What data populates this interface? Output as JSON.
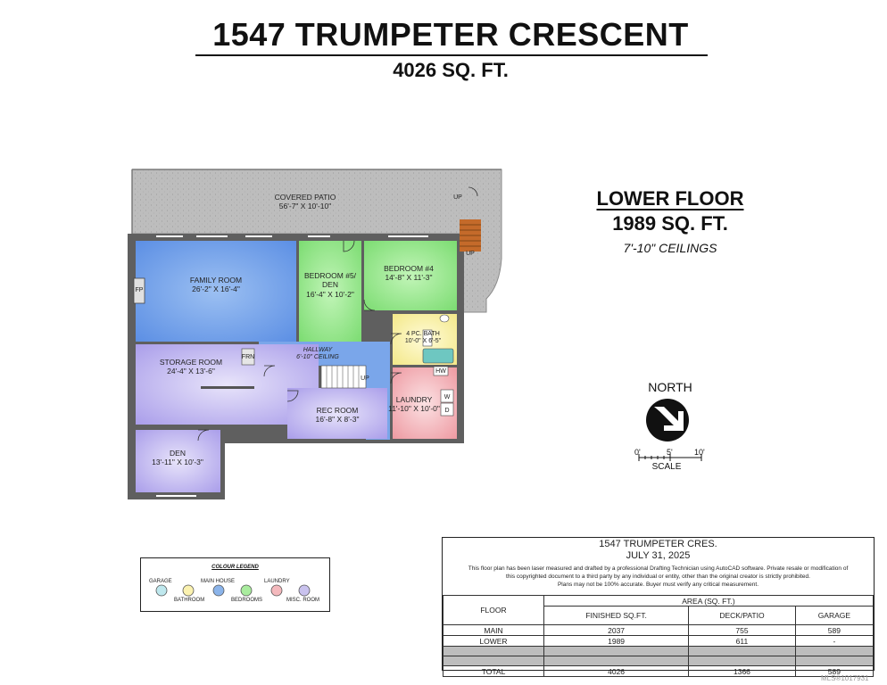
{
  "header": {
    "title": "1547 TRUMPETER CRESCENT",
    "total_area": "4026 SQ. FT."
  },
  "floor": {
    "name": "LOWER FLOOR",
    "area": "1989 SQ. FT.",
    "ceilings": "7'-10\" CEILINGS"
  },
  "rooms": {
    "covered_patio": {
      "name": "COVERED PATIO",
      "dims": "56'-7\" X 10'-10\""
    },
    "family_room": {
      "name": "FAMILY ROOM",
      "dims": "26'-2\" X 16'-4\""
    },
    "bedroom5": {
      "name1": "BEDROOM #5/",
      "name2": "DEN",
      "dims": "16'-4\" X 10'-2\""
    },
    "bedroom4": {
      "name": "BEDROOM #4",
      "dims": "14'-8\" X 11'-3\""
    },
    "bath": {
      "name": "4 PC. BATH",
      "dims": "10'-0\" X 6'-5\""
    },
    "hallway": {
      "name": "HALLWAY",
      "dims": "6'-10\" CEILING"
    },
    "storage": {
      "name": "STORAGE ROOM",
      "dims": "24'-4\" X 13'-6\""
    },
    "rec_room": {
      "name": "REC ROOM",
      "dims": "16'-8\" X 8'-3\""
    },
    "laundry": {
      "name": "LAUNDRY",
      "dims": "11'-10\" X 10'-0\""
    },
    "den": {
      "name": "DEN",
      "dims": "13'-11\" X 10'-3\""
    }
  },
  "fixtures": {
    "fp": "FP",
    "frn": "FRN",
    "hw": "HW",
    "w": "W",
    "d": "D",
    "up": "UP"
  },
  "compass": {
    "label": "NORTH",
    "scale_ticks": [
      "0'",
      "5'",
      "10'"
    ],
    "scale_label": "SCALE"
  },
  "legend": {
    "title": "COLOUR LEGEND",
    "items": [
      {
        "label": "GARAGE",
        "color": "#bfe8ee"
      },
      {
        "label": "BATHROOM",
        "color": "#fbf2b0"
      },
      {
        "label": "MAIN HOUSE",
        "color": "#8bb4ea"
      },
      {
        "label": "BEDROOMS",
        "color": "#a9ec9e"
      },
      {
        "label": "LAUNDRY",
        "color": "#f4b9bd"
      },
      {
        "label": "MISC. ROOM",
        "color": "#c9c2ee"
      }
    ]
  },
  "info": {
    "address": "1547 TRUMPETER CRES.",
    "date": "JULY 31, 2025",
    "disclaimer": [
      "This floor plan has been laser measured and drafted by a professional Drafting Technician using AutoCAD software. Private resale or modification of",
      "this copyrighted document to a third party by any individual or entity, other than the original creator is strictly prohibited.",
      "Plans may not be 100% accurate.  Buyer must verify any critical measurement."
    ],
    "table": {
      "floor_header": "FLOOR",
      "area_header": "AREA (SQ. FT.)",
      "columns": [
        "FINISHED SQ.FT.",
        "DECK/PATIO",
        "GARAGE"
      ],
      "rows": [
        {
          "floor": "MAIN",
          "finished": "2037",
          "deck": "755",
          "garage": "589"
        },
        {
          "floor": "LOWER",
          "finished": "1989",
          "deck": "611",
          "garage": "-"
        }
      ],
      "total": {
        "floor": "TOTAL",
        "finished": "4026",
        "deck": "1366",
        "garage": "589"
      }
    }
  },
  "watermark": "MLS®1017931",
  "colors": {
    "wall": "#5f5f5f",
    "patio": "#bdbdbd",
    "main_house": "#7aa6ea",
    "bedrooms": "#8fe486",
    "bathroom": "#f7ef9f",
    "laundry": "#f0a8ae",
    "misc_room": "#bdb3ee",
    "stairs": "#c46a2a"
  }
}
